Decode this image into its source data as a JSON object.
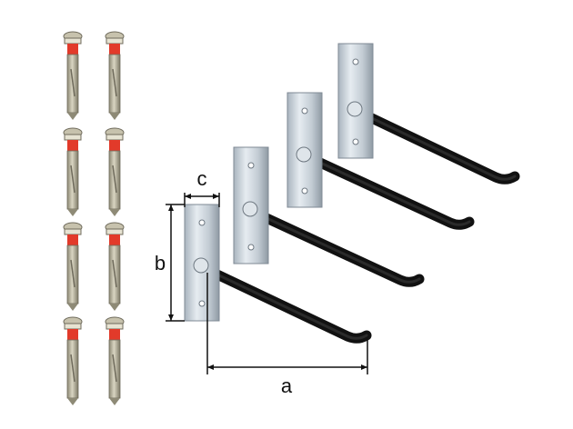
{
  "dimension_labels": {
    "a": "a",
    "b": "b",
    "c": "c"
  },
  "colors": {
    "background": "#ffffff",
    "plate": "#c9d3dc",
    "plate_edge": "#7f8a94",
    "hook_arm": "#222222",
    "anchor_band": "#e23a2a",
    "anchor_body": "#b8b39c",
    "dimension_line": "#111111"
  }
}
